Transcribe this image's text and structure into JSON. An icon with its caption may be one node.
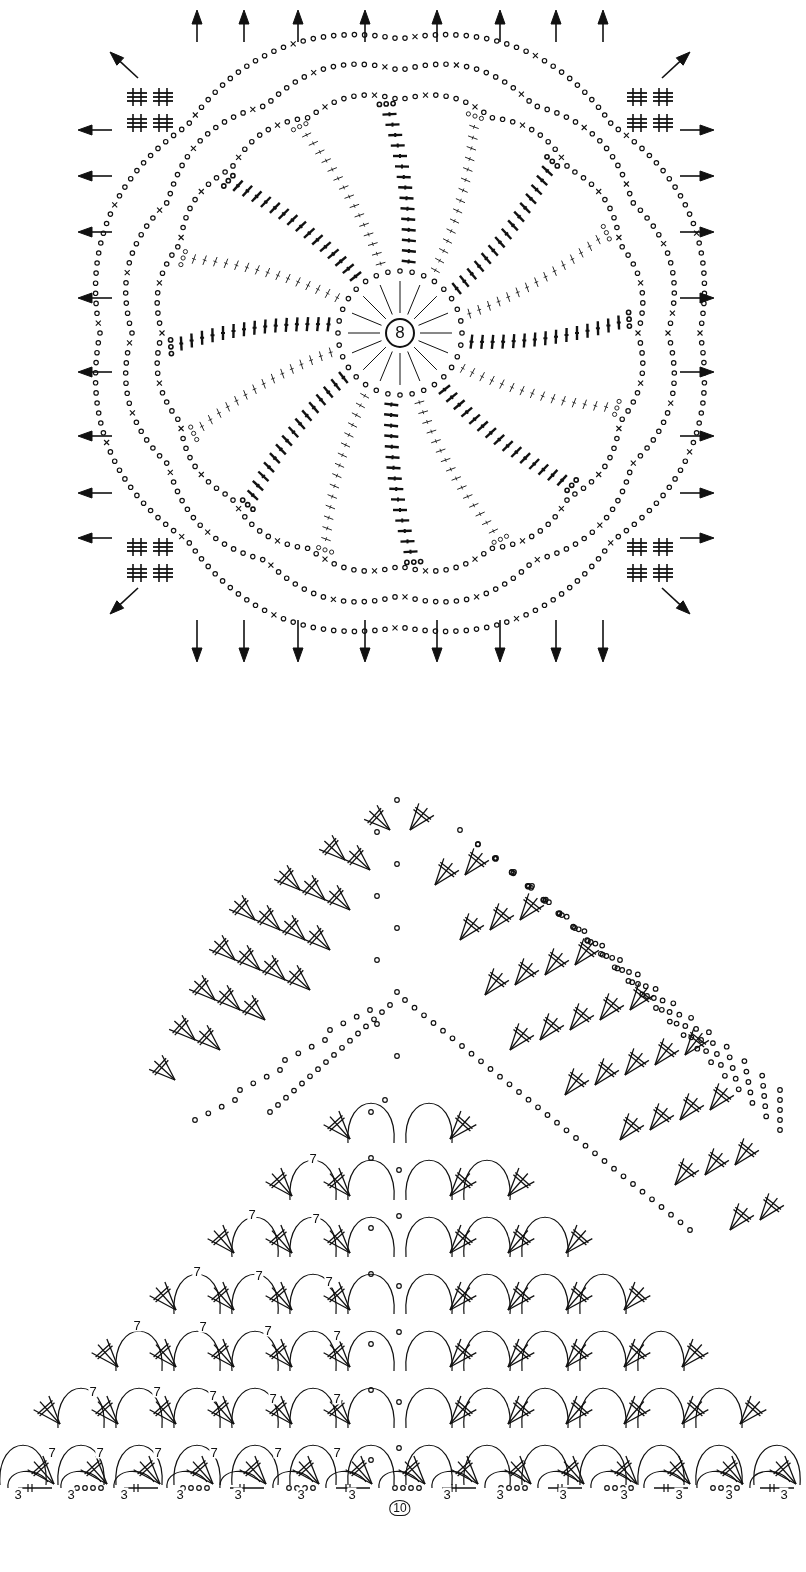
{
  "diagram": {
    "labels": [
      "8",
      "7",
      "7",
      "7",
      "7",
      "7",
      "7",
      "7",
      "7",
      "7",
      "7",
      "7",
      "7",
      "7",
      "7",
      "7",
      "7",
      "7",
      "7",
      "7",
      "7",
      "7",
      "3",
      "3",
      "3",
      "3",
      "3",
      "3",
      "3",
      "10",
      "3",
      "3",
      "3",
      "3",
      "3",
      "3",
      "3"
    ]
  }
}
